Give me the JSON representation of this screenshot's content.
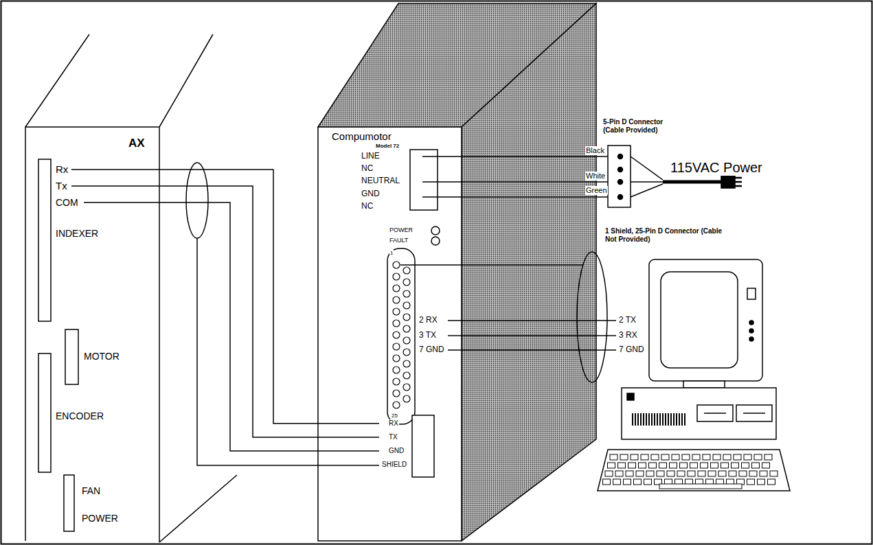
{
  "diagram": {
    "nodes": [
      {
        "text": [
          "AX"
        ]
      },
      {
        "text": [
          "Compumotor",
          "Model 72"
        ]
      },
      {
        "text": [
          "5-Pin D Connector (Cable Provided)"
        ]
      }
    ],
    "labels": [
      "Rx",
      "Tx",
      "COM",
      "INDEXER",
      "MOTOR",
      "ENCODER",
      "FAN POWER",
      "LINE",
      "NC",
      "NEUTRAL",
      "GND",
      "NC",
      "POWER",
      "FAULT",
      "1",
      "25",
      "2 RX",
      "3 TX",
      "7 GND",
      "RX",
      "TX",
      "GND",
      "SHIELD",
      "Black",
      "White",
      "Green",
      "115VAC Power",
      "1 Shield, 25-Pin D Connector (Cable Not Provided)",
      "2 TX",
      "3 RX",
      "7 GND"
    ]
  }
}
